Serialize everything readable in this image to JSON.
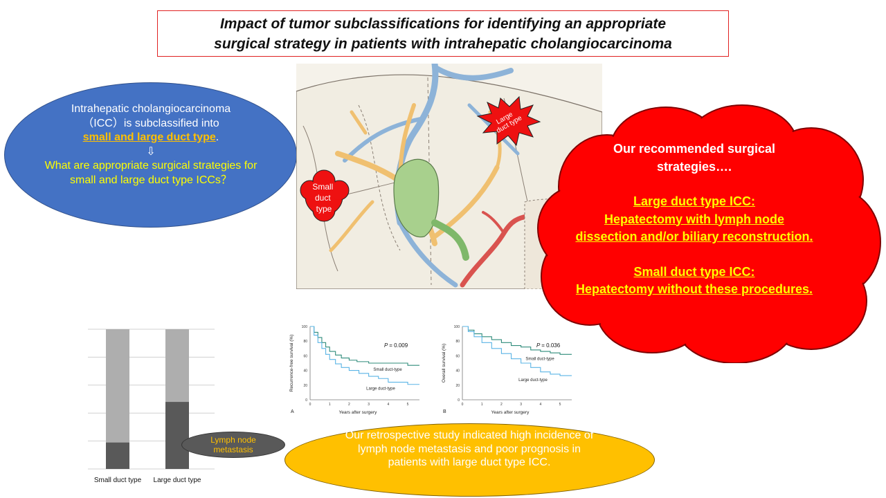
{
  "title": {
    "line1": "Impact of tumor subclassifications for identifying an appropriate",
    "line2": "surgical strategy in patients with intrahepatic cholangiocarcinoma"
  },
  "intro": {
    "line1": "Intrahepatic cholangiocarcinoma",
    "line2": "（ICC）is subclassified into",
    "highlight": "small and large duct type",
    "period": ".",
    "arrow": "⇩",
    "question": "What are appropriate surgical strategies for small and large duct type ICCs？"
  },
  "illustration": {
    "large_badge": [
      "Large",
      "duct type"
    ],
    "small_badge": [
      "Small",
      "duct",
      "type"
    ]
  },
  "recommendation": {
    "heading": "Our recommended surgical strategies….",
    "large_title": "Large duct type ICC:",
    "large_body": "Hepatectomy with lymph node dissection and/or biliary reconstruction.",
    "small_title": "Small duct type ICC:",
    "small_body": "Hepatectomy without these procedures."
  },
  "lymph_label": {
    "line1": "Lymph node",
    "line2": "metastasis"
  },
  "conclusion": "Our retrospective study indicated high incidence of lymph node metastasis and poor prognosis in patients with large duct type ICC.",
  "chart_data": [
    {
      "type": "bar",
      "stacked": true,
      "categories": [
        "Small duct type",
        "Large duct type"
      ],
      "series": [
        {
          "values": [
            19,
            48
          ],
          "color": "#595959"
        },
        {
          "values": [
            81,
            52
          ],
          "color": "#aeaeae"
        }
      ],
      "ylim": [
        0,
        100
      ],
      "grid": true
    },
    {
      "type": "line",
      "panel": "A",
      "ylabel": "Recurrence-free survival (%)",
      "xlabel": "Years after surgery",
      "xticks": [
        0,
        1,
        2,
        3,
        4,
        5
      ],
      "yticks": [
        0,
        20,
        40,
        60,
        80,
        100
      ],
      "xlim": [
        0,
        5.6
      ],
      "ylim": [
        0,
        100
      ],
      "pvalue": "= 0.009",
      "series": [
        {
          "name": "Small duct-type",
          "color": "#2e8b7a",
          "x": [
            0,
            0.2,
            0.4,
            0.6,
            0.8,
            1.0,
            1.3,
            1.6,
            2.0,
            2.4,
            3.0,
            4.0,
            5.0,
            5.6
          ],
          "y": [
            100,
            92,
            85,
            78,
            72,
            66,
            61,
            57,
            54,
            52,
            50,
            50,
            47,
            47
          ]
        },
        {
          "name": "Large duct-type",
          "color": "#5ab4e5",
          "x": [
            0,
            0.2,
            0.4,
            0.6,
            0.8,
            1.0,
            1.3,
            1.6,
            2.0,
            2.5,
            3.0,
            3.5,
            4.0,
            5.0,
            5.6
          ],
          "y": [
            100,
            88,
            78,
            70,
            62,
            55,
            49,
            44,
            40,
            36,
            32,
            29,
            24,
            21,
            21
          ]
        }
      ]
    },
    {
      "type": "line",
      "panel": "B",
      "ylabel": "Overall survival (%)",
      "xlabel": "Years after surgery",
      "xticks": [
        0,
        1,
        2,
        3,
        4,
        5
      ],
      "yticks": [
        0,
        20,
        40,
        60,
        80,
        100
      ],
      "xlim": [
        0,
        5.6
      ],
      "ylim": [
        0,
        100
      ],
      "pvalue": "= 0.036",
      "series": [
        {
          "name": "Small duct-type",
          "color": "#2e8b7a",
          "x": [
            0,
            0.3,
            0.6,
            1.0,
            1.5,
            2.0,
            2.5,
            3.0,
            3.5,
            4.0,
            4.5,
            5.0,
            5.6
          ],
          "y": [
            100,
            95,
            90,
            86,
            82,
            78,
            74,
            72,
            68,
            66,
            64,
            62,
            62
          ]
        },
        {
          "name": "Large duct-type",
          "color": "#5ab4e5",
          "x": [
            0,
            0.3,
            0.6,
            1.0,
            1.5,
            2.0,
            2.5,
            3.0,
            3.5,
            4.0,
            4.5,
            5.0,
            5.6
          ],
          "y": [
            100,
            93,
            86,
            78,
            70,
            63,
            56,
            50,
            44,
            38,
            35,
            33,
            33
          ]
        }
      ]
    }
  ]
}
